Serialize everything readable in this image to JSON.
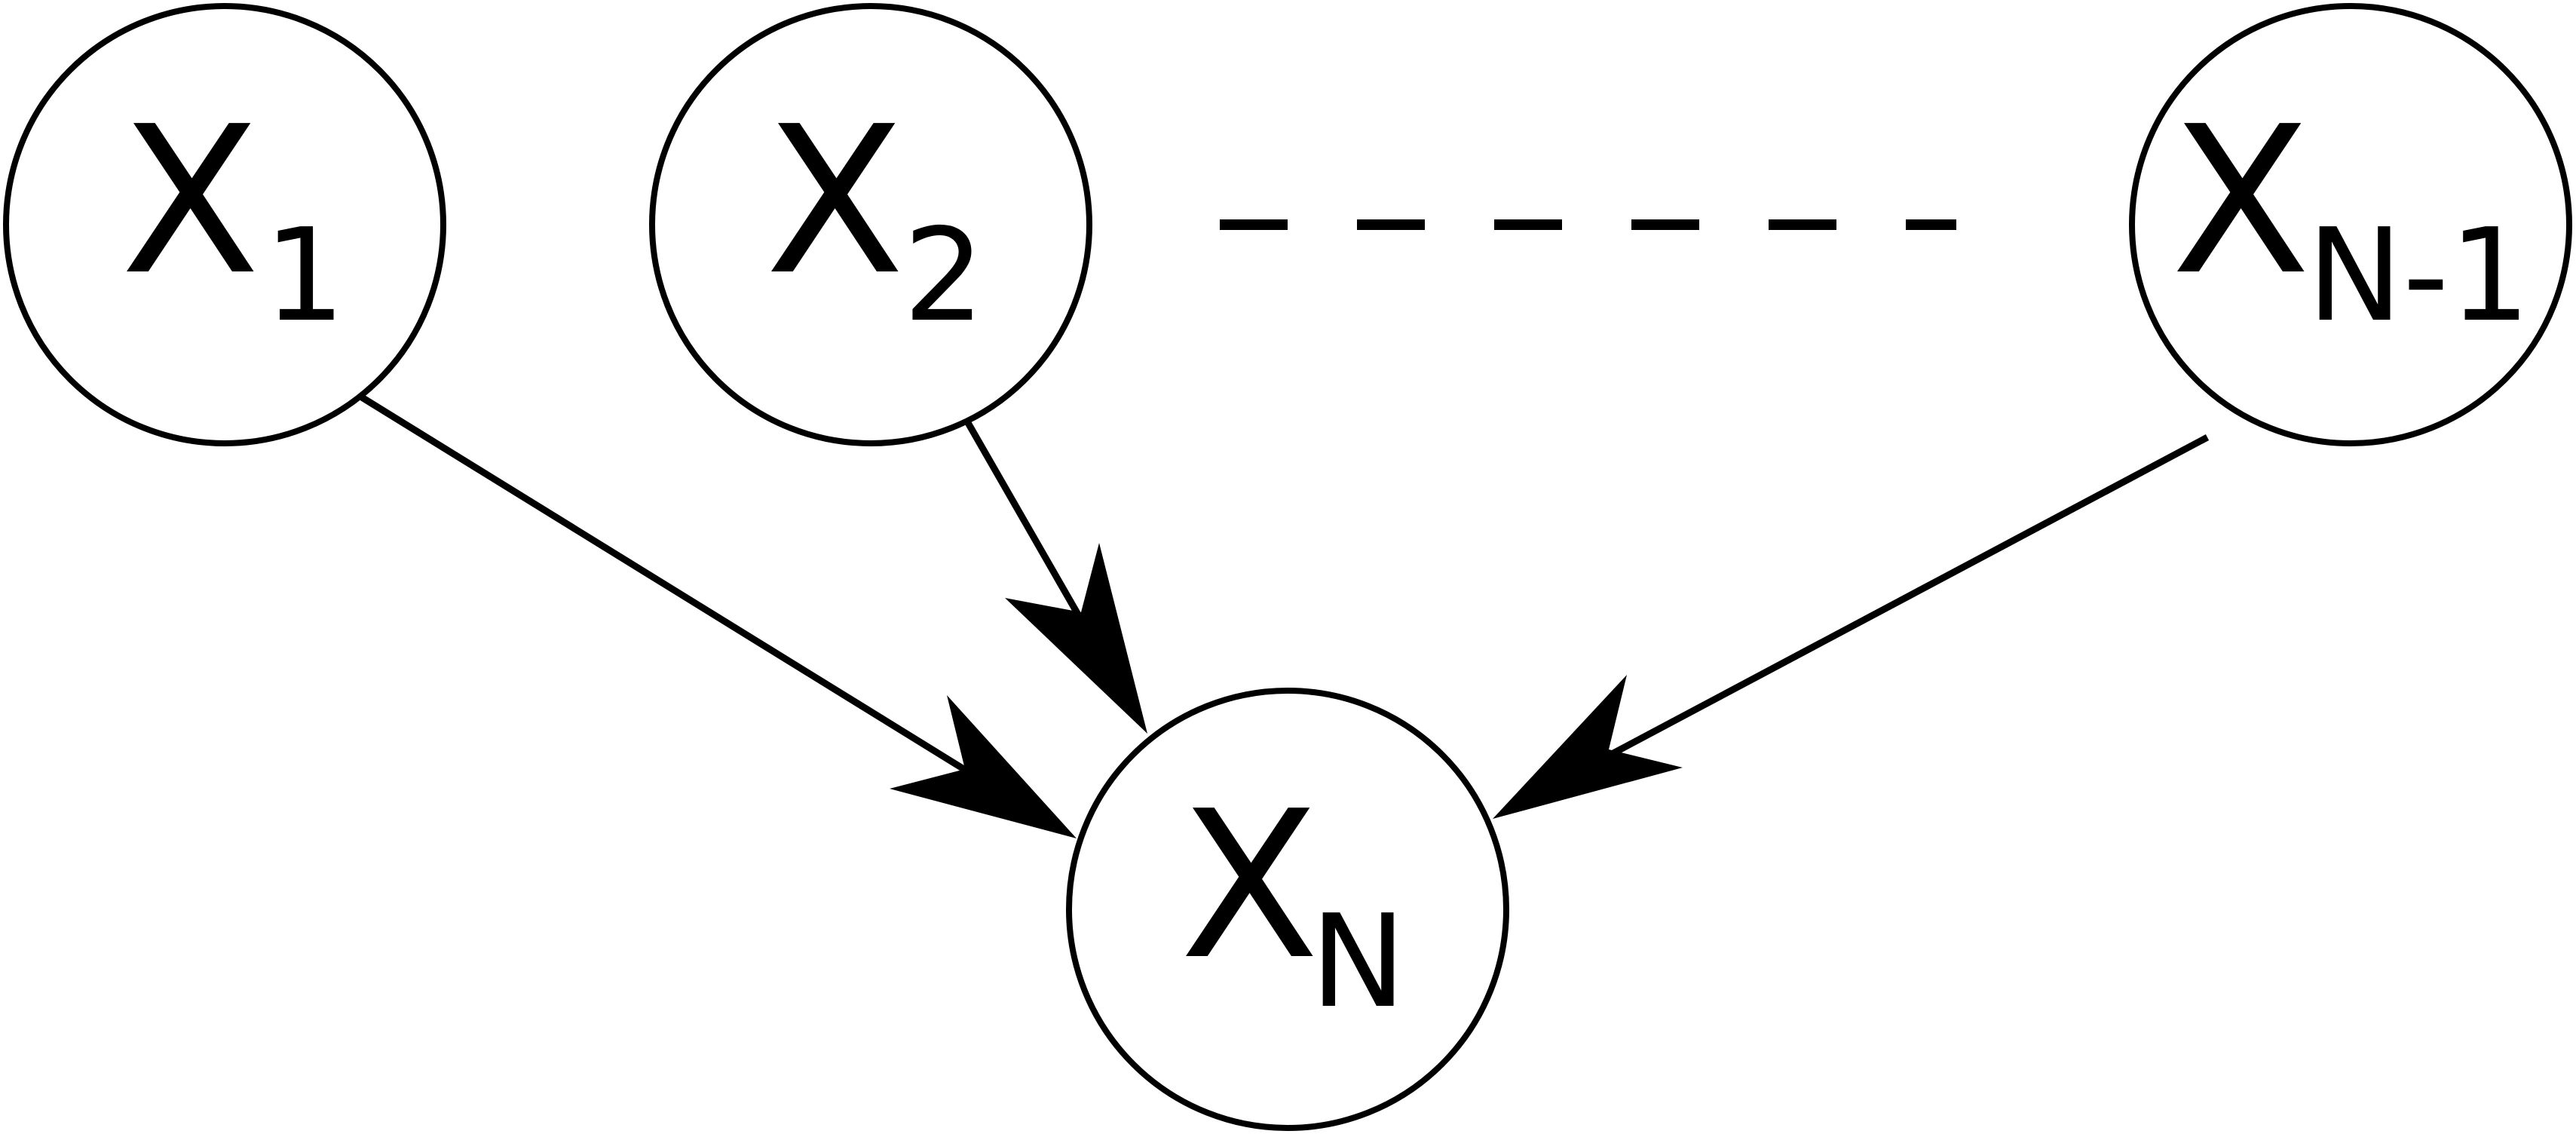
{
  "nodes": [
    {
      "id": "x1",
      "var": "X",
      "sub": "1"
    },
    {
      "id": "x2",
      "var": "X",
      "sub": "2"
    },
    {
      "id": "xn1",
      "var": "X",
      "sub": "N-1"
    },
    {
      "id": "xn",
      "var": "X",
      "sub": "N"
    }
  ],
  "edges": [
    {
      "from": "x1",
      "to": "xn"
    },
    {
      "from": "x2",
      "to": "xn"
    },
    {
      "from": "xn1",
      "to": "xn"
    }
  ],
  "ellipsis": {
    "between": [
      "x2",
      "xn1"
    ],
    "style": "dashed"
  },
  "colors": {
    "stroke": "#000000",
    "fill": "#ffffff"
  }
}
